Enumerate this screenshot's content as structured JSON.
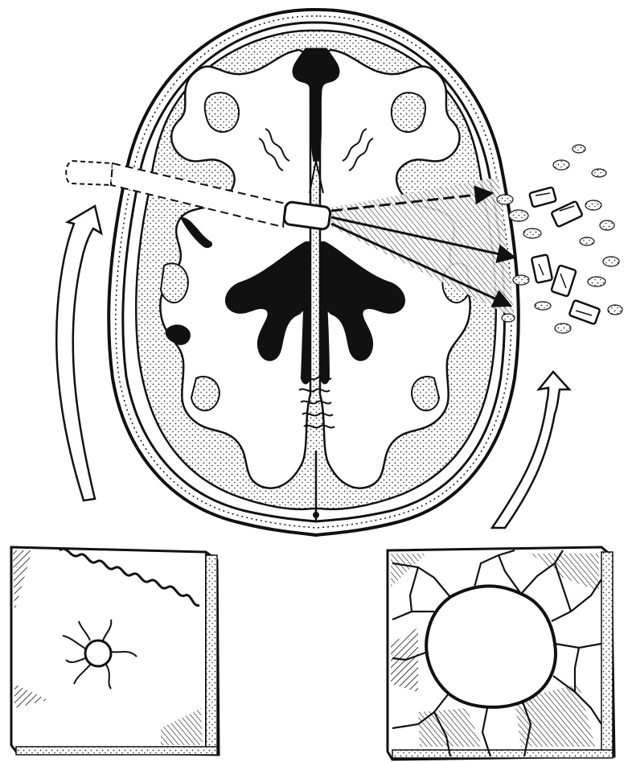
{
  "figure": {
    "caption": "",
    "colors": {
      "ink": "#111111",
      "paper": "#ffffff",
      "stipple": "#2a2a2a"
    },
    "elements": [
      {
        "name": "skull-cross-section",
        "kind": "illustration"
      },
      {
        "name": "bullet-path",
        "kind": "illustration"
      },
      {
        "name": "bullet-fragments",
        "kind": "illustration"
      },
      {
        "name": "entry-wound-plate",
        "kind": "illustration"
      },
      {
        "name": "exit-wound-plate",
        "kind": "illustration"
      },
      {
        "name": "arrow-left",
        "kind": "illustration"
      },
      {
        "name": "arrow-right",
        "kind": "illustration"
      }
    ]
  }
}
